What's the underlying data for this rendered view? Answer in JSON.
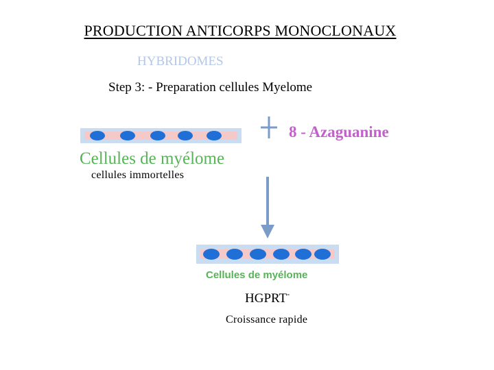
{
  "title": "PRODUCTION ANTICORPS MONOCLONAUX",
  "subtitle": "HYBRIDOMES",
  "step": "Step 3: - Preparation cellules Myelome",
  "reagent": {
    "plus_symbol": "+",
    "label": "8 - Azaguanine"
  },
  "input_cells": {
    "label": "Cellules de myélome",
    "sublabel": "cellules immortelles",
    "cell_count": 5
  },
  "output_cells": {
    "label": "Cellules de myélome",
    "marker": "HGPRT",
    "marker_sup": "-",
    "description": "Croissance rapide",
    "cell_count": 6
  },
  "colors": {
    "strip_outer": "#c9dcf2",
    "strip_inner": "#f6c9c9",
    "cell": "#1f6fd6",
    "reagent_text": "#c062c9",
    "cell_label": "#57b357",
    "arrow": "#7b9cc9",
    "subtitle": "#b3c7e6"
  }
}
